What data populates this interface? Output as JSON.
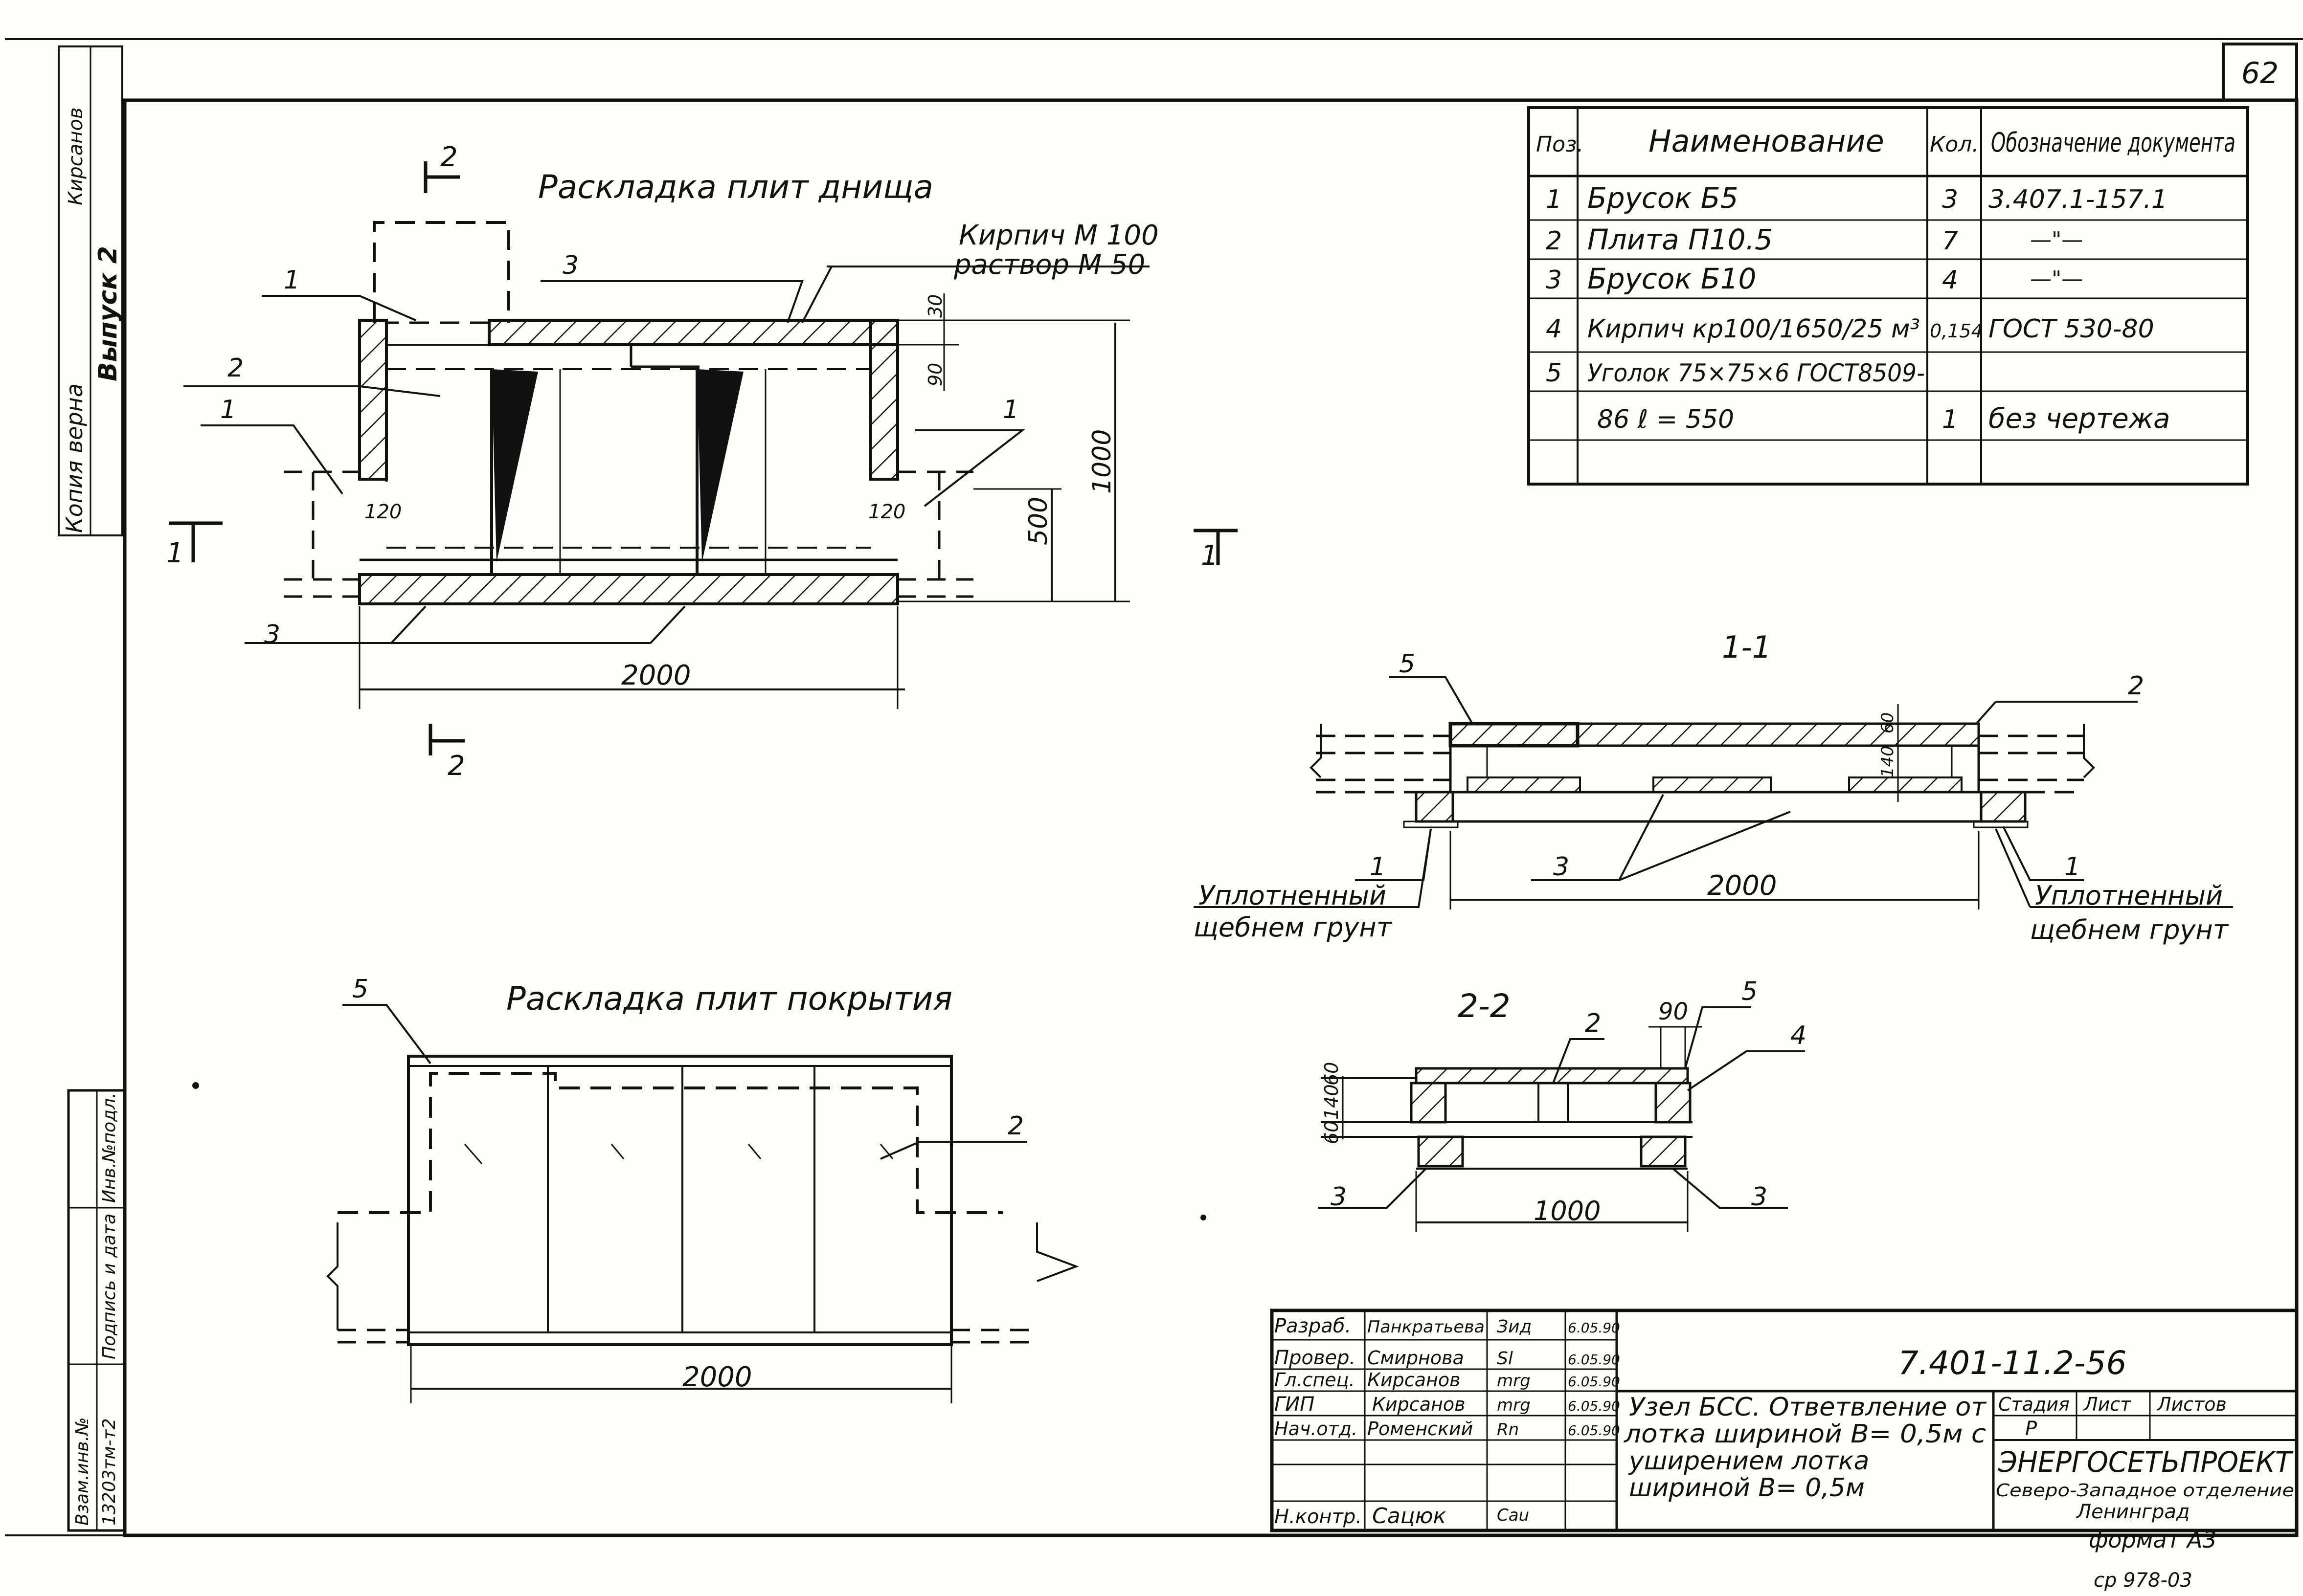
{
  "sheet": {
    "page_number": "62",
    "drawing_code": "7.401-11.2-56",
    "format": "формат А3",
    "archive_no": "ср 978-03"
  },
  "margin": {
    "copy_note": "Копия верна",
    "author_sig": "Кирсанов",
    "issue": "Выпуск 2",
    "inv_orig": "Инв.№подл.",
    "sign_date": "Подпись и дата",
    "inv_dup": "Взам.инв.№",
    "inv_no": "13203тм-т2"
  },
  "spec": {
    "headers": [
      "Поз.",
      "Наименование",
      "Кол.",
      "Обозначение документа"
    ],
    "rows": [
      [
        "1",
        "Брусок Б5",
        "3",
        "3.407.1-157.1"
      ],
      [
        "2",
        "Плита П10.5",
        "7",
        "—\"—"
      ],
      [
        "3",
        "Брусок Б10",
        "4",
        "—\"—"
      ],
      [
        "4",
        "Кирпич кр100/1650/25 м³",
        "0,154",
        "ГОСТ 530-80"
      ],
      [
        "5",
        "Уголок 75×75×6 ГОСТ8509-",
        "",
        ""
      ],
      [
        "",
        "86 ℓ = 550",
        "1",
        "без чертежа"
      ],
      [
        "",
        "",
        "",
        ""
      ]
    ]
  },
  "plan_bottom": {
    "title": "Раскладка плит днища",
    "note1": "Кирпич М 100",
    "note2": "раствор М 50",
    "section_mark": "2",
    "section_mark2": "1",
    "dims": {
      "d30": "30",
      "d90": "90",
      "d120a": "120",
      "d120b": "120",
      "d500": "500",
      "d1000": "1000",
      "d2000": "2000"
    },
    "callouts": {
      "c1a": "1",
      "c1b": "1",
      "c1c": "1",
      "c2": "2",
      "c3a": "3",
      "c3b": "3"
    }
  },
  "plan_top": {
    "title": "Раскладка плит покрытия",
    "callouts": {
      "c5": "5",
      "c2": "2"
    },
    "dim2000": "2000"
  },
  "section_11": {
    "title": "1-1",
    "dims": {
      "d2000": "2000",
      "d140": "140",
      "d60": "60"
    },
    "callouts": {
      "c5": "5",
      "c2": "2",
      "c3": "3",
      "c1a": "1",
      "c1b": "1"
    },
    "note_left_1": "Уплотненный",
    "note_left_2": "щебнем грунт",
    "note_right_1": "Уплотненный",
    "note_right_2": "щебнем грунт"
  },
  "section_22": {
    "title": "2-2",
    "dims": {
      "d60a": "60",
      "d140": "140",
      "d60b": "60",
      "d90": "90",
      "d1000": "1000"
    },
    "callouts": {
      "c2": "2",
      "c5": "5",
      "c4": "4",
      "c3a": "3",
      "c3b": "3"
    }
  },
  "title_block": {
    "rows": [
      {
        "role": "Разраб.",
        "name": "Панкратьева",
        "sign": "Зид",
        "date": "6.05.90"
      },
      {
        "role": "Провер.",
        "name": "Смирнова",
        "sign": "Sl",
        "date": "6.05.90"
      },
      {
        "role": "Гл.спец.",
        "name": "Кирсанов",
        "sign": "mrg",
        "date": "6.05.90"
      },
      {
        "role": "ГИП",
        "name": "Кирсанов",
        "sign": "mrg",
        "date": "6.05.90"
      },
      {
        "role": "Нач.отд.",
        "name": "Роменский",
        "sign": "Rn",
        "date": "6.05.90"
      },
      {
        "role": "",
        "name": "",
        "sign": "",
        "date": ""
      },
      {
        "role": "Н.контр.",
        "name": "Сацюк",
        "sign": "Cau",
        "date": ""
      }
    ],
    "description": [
      "Узел БСС. Ответвление от",
      "лотка шириной В= 0,5м с",
      "уширением лотка",
      "шириной В= 0,5м"
    ],
    "stage_header": "Стадия",
    "sheet_header": "Лист",
    "sheets_header": "Листов",
    "stage": "Р",
    "org_name": "ЭНЕРГОСЕТЬПРОЕКТ",
    "org_branch": "Северо-Западное отделение",
    "org_city": "Ленинград"
  }
}
